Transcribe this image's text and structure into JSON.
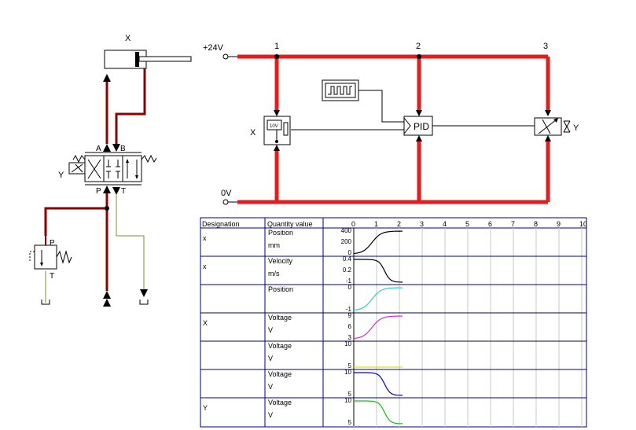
{
  "hydraulic": {
    "cylinder_label": "X",
    "valve_label": "Y",
    "port_a": "A",
    "port_b": "B",
    "port_p": "P",
    "port_t": "T",
    "relief_p": "P",
    "relief_t": "T"
  },
  "electrical": {
    "supply_plus": "+24V",
    "supply_zero": "0V",
    "nodes": [
      "1",
      "2",
      "3"
    ],
    "sensor_label": "X",
    "sensor_text": "10V",
    "pid_label": "PID",
    "valve_label": "Y"
  },
  "table": {
    "headers": {
      "designation": "Designation",
      "quantity": "Quantity value"
    },
    "x_ticks": [
      "0",
      "1",
      "2",
      "3",
      "4",
      "5",
      "6",
      "7",
      "8",
      "9",
      "10"
    ],
    "rows": [
      {
        "designation": "x",
        "quantity": "Position",
        "unit": "mm",
        "y_ticks": [
          "400",
          "200",
          "0"
        ],
        "color": "#000000"
      },
      {
        "designation": "x",
        "quantity": "Velocity",
        "unit": "m/s",
        "y_ticks": [
          "0.4",
          "0.2",
          "-1"
        ],
        "color": "#000000"
      },
      {
        "designation": "",
        "quantity": "Position",
        "unit": "",
        "y_ticks": [
          "0",
          "-1"
        ],
        "color": "#33cccc"
      },
      {
        "designation": "X",
        "quantity": "Voltage",
        "unit": "V",
        "y_ticks": [
          "9",
          "6",
          "3"
        ],
        "color": "#cc33cc"
      },
      {
        "designation": "",
        "quantity": "Voltage",
        "unit": "V",
        "y_ticks": [
          "10",
          "5"
        ],
        "color": "#e0e020"
      },
      {
        "designation": "",
        "quantity": "Voltage",
        "unit": "V",
        "y_ticks": [
          "10",
          "5"
        ],
        "color": "#0000cc"
      },
      {
        "designation": "Y",
        "quantity": "Voltage",
        "unit": "V",
        "y_ticks": [
          "10",
          "5"
        ],
        "color": "#00cc00"
      }
    ]
  },
  "colors": {
    "electrical_wire": "#e51c1c",
    "hydraulic_line": "#8b0000",
    "return_line": "#8a8a3a",
    "table_border": "#000080",
    "grid": "#c8c8c8"
  }
}
